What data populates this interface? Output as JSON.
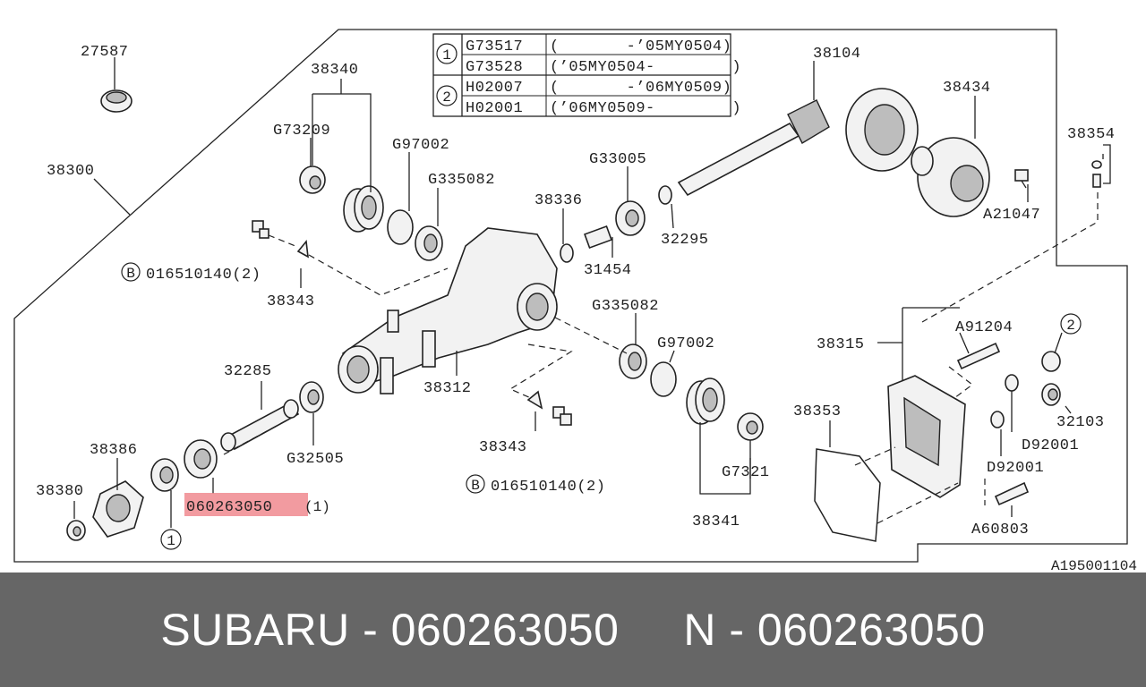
{
  "diagram": {
    "ref_code": "A195001104",
    "table": [
      {
        "mark": "1",
        "rows": [
          {
            "code": "G73517",
            "range": "(       -’05MY0504)"
          },
          {
            "code": "G73528",
            "range": "(’05MY0504-        )"
          }
        ]
      },
      {
        "mark": "2",
        "rows": [
          {
            "code": "H02007",
            "range": "(       -’06MY0509)"
          },
          {
            "code": "H02001",
            "range": "(’06MY0509-        )"
          }
        ]
      }
    ],
    "labels": {
      "p27587": "27587",
      "p38340": "38340",
      "p38104": "38104",
      "p38434": "38434",
      "pG73209": "G73209",
      "pG97002a": "G97002",
      "pG335082a": "G335082",
      "pG33005": "G33005",
      "p38300": "38300",
      "p38336": "38336",
      "p32295": "32295",
      "p38354": "38354",
      "pA21047": "A21047",
      "p31454": "31454",
      "pB016a": "016510140(2)",
      "p38343a": "38343",
      "pG335082b": "G335082",
      "pA91204": "A91204",
      "p38315": "38315",
      "pG97002b": "G97002",
      "p32285": "32285",
      "p38312": "38312",
      "p38353": "38353",
      "p32103": "32103",
      "p38386": "38386",
      "pD92001a": "D92001",
      "pG32505": "G32505",
      "p38343b": "38343",
      "pD92001b": "D92001",
      "pG7321": "G7321",
      "p38380": "38380",
      "pHighlight": "060263050",
      "pHighlightQty": "(1)",
      "pB016b": "016510140(2)",
      "p38341": "38341",
      "pA60803": "A60803"
    },
    "circle_marks": {
      "m1": "1",
      "m2": "2",
      "mB1": "B",
      "mB2": "B"
    },
    "highlight_color": "#f08a8f"
  },
  "footer": {
    "text": "SUBARU - 060263050     N - 060263050"
  }
}
